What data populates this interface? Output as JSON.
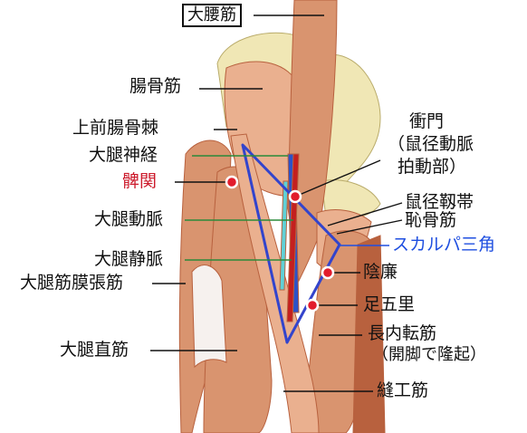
{
  "colors": {
    "muscle": "#d9946f",
    "muscle_dark": "#b8613e",
    "muscle_light": "#eab08f",
    "bone": "#f0e7b5",
    "vein_blue": "#2c52c8",
    "triangle_blue": "#3344cc",
    "cyan": "#5fd0d6",
    "red_vessel": "#c41f1f",
    "leader_green": "#2a8a3a",
    "point_red": "#e21c2c",
    "label_red": "#cc1a2b",
    "label_blue": "#1f4fe0"
  },
  "labels": {
    "psoas_major": "大腰筋",
    "iliacus": "腸骨筋",
    "asis": "上前腸骨棘",
    "femoral_nerve": "大腿神経",
    "hikan": "髀関",
    "femoral_artery": "大腿動脈",
    "femoral_vein": "大腿静脈",
    "tfl": "大腿筋膜張筋",
    "rectus_femoris": "大腿直筋",
    "shomon_1": "衝門",
    "shomon_2": "（鼠径動脈",
    "shomon_3": "拍動部）",
    "inguinal_ligament": "鼠径靱帯",
    "pectineus": "恥骨筋",
    "scarpa_triangle": "スカルパ三角",
    "inren": "陰廉",
    "ashigori": "足五里",
    "adductor_longus_1": "長内転筋",
    "adductor_longus_2": "（開脚で隆起）",
    "sartorius": "縫工筋"
  },
  "icons": {
    "acupoint": "red-dot-with-white-ring"
  }
}
